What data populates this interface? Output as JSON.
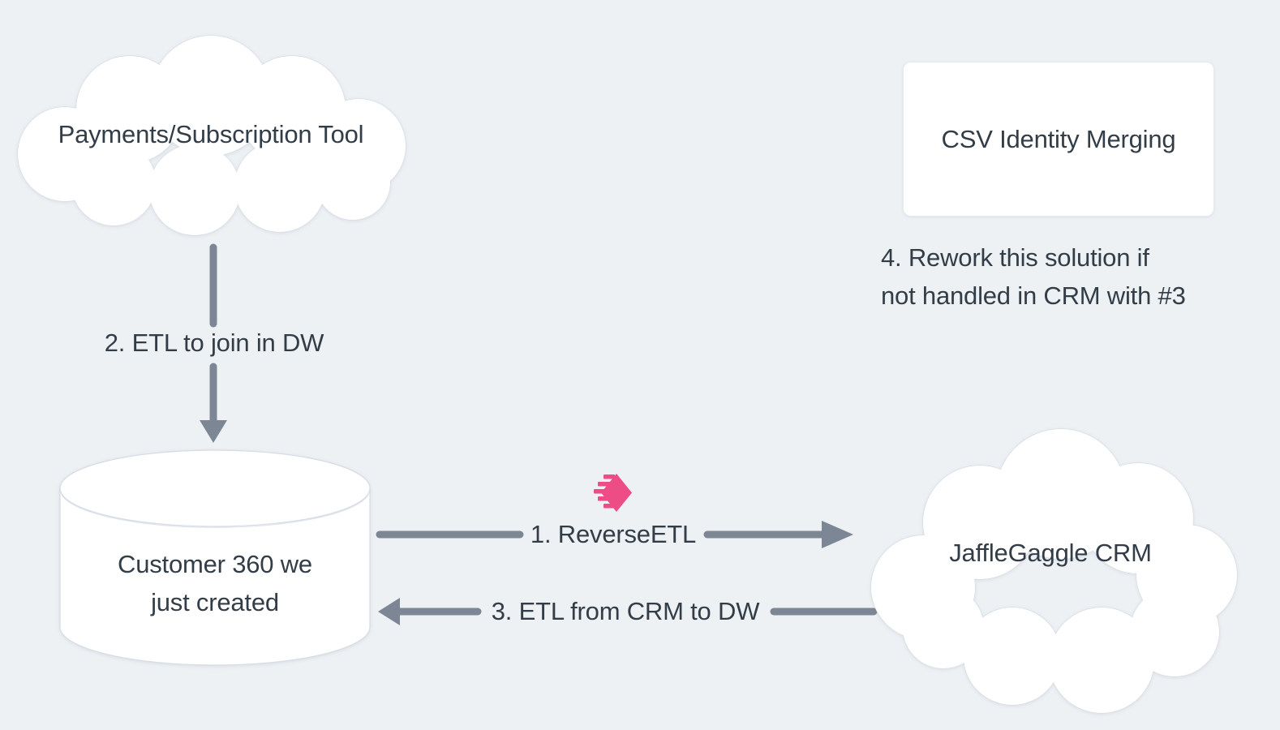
{
  "theme": {
    "bg": "#edf1f4",
    "ink": "#333d47",
    "arrow": "#7c8694",
    "pink": "#ee4c84"
  },
  "nodes": {
    "payments_cloud": {
      "label": "Payments/Subscription Tool"
    },
    "csv_card": {
      "label": "CSV Identity Merging"
    },
    "warehouse_cylinder": {
      "line1": "Customer 360 we",
      "line2": "just created"
    },
    "crm_cloud": {
      "label": "JaffleGaggle CRM"
    }
  },
  "edges": {
    "reverse_etl": {
      "label": "1. ReverseETL"
    },
    "etl_join": {
      "label": "2. ETL to join in DW"
    },
    "etl_from_crm": {
      "label": "3. ETL from CRM to DW"
    }
  },
  "notes": {
    "rework": {
      "line1": "4. Rework this solution if",
      "line2": "not handled in CRM with #3"
    }
  },
  "icons": {
    "grouparoo_logo": "pink-speeding-arrow-icon"
  }
}
